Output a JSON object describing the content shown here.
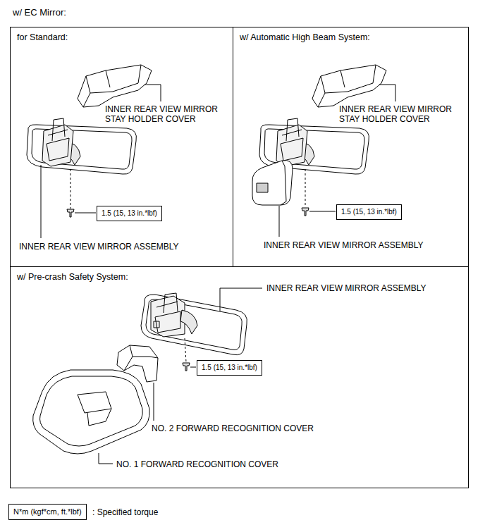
{
  "diagram": {
    "title": "w/ EC Mirror:",
    "nodes": [
      {
        "text": [
          "for Standard:"
        ]
      },
      {
        "text": [
          "1.5 (15, 13 in.*lbf)"
        ],
        "in": 0
      },
      {
        "text": [
          "w/ Automatic High Beam System:"
        ]
      },
      {
        "text": [
          "1.5 (15, 13 in.*lbf)"
        ],
        "in": 2
      },
      {
        "text": [
          "w/ Pre-crash Safety System:"
        ]
      },
      {
        "text": [
          "1.5 (15, 13 in.*lbf)"
        ],
        "in": 4
      },
      {
        "text": [
          "N*m (kgf*cm, ft.*lbf)"
        ]
      }
    ],
    "labels": [
      "INNER REAR VIEW MIRROR STAY HOLDER COVER",
      "INNER REAR VIEW MIRROR ASSEMBLY",
      "INNER REAR VIEW MIRROR STAY HOLDER COVER",
      "INNER REAR VIEW MIRROR ASSEMBLY",
      "INNER REAR VIEW MIRROR ASSEMBLY",
      "NO. 2 FORWARD RECOGNITION COVER",
      "NO. 1 FORWARD RECOGNITION COVER",
      ": Specified torque"
    ]
  }
}
